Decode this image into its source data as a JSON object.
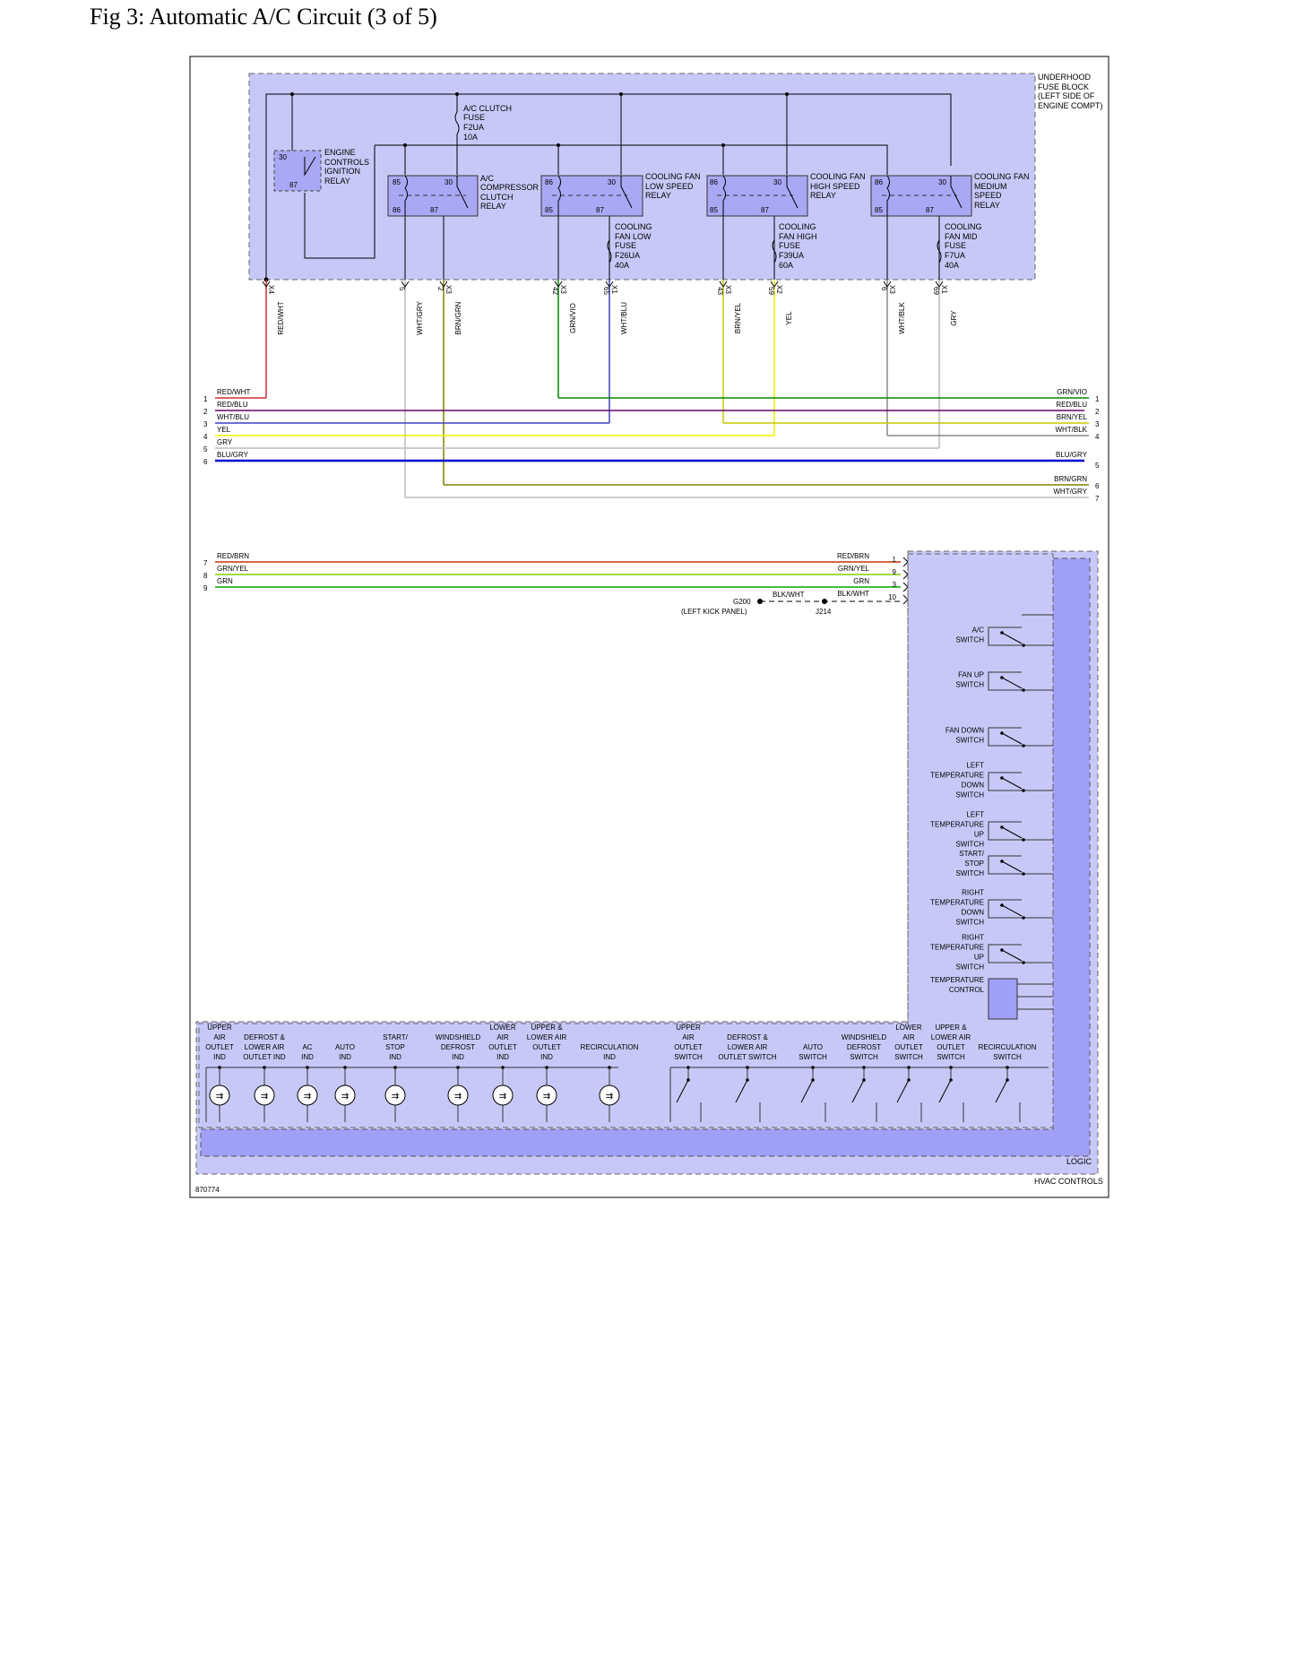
{
  "title": "Fig 3: Automatic A/C Circuit (3 of 5)",
  "figure_id": "870774",
  "fuse_block_label": [
    "UNDERHOOD",
    "FUSE BLOCK",
    "(LEFT SIDE OF",
    "ENGINE COMPT)"
  ],
  "hvac_label": "HVAC CONTROLS",
  "logic_label": "LOGIC",
  "ac_clutch_fuse": [
    "A/C CLUTCH",
    "FUSE",
    "F2UA",
    "10A"
  ],
  "ignition_relay": {
    "name": [
      "ENGINE",
      "CONTROLS",
      "IGNITION",
      "RELAY"
    ],
    "pins": [
      "30",
      "87"
    ]
  },
  "relays": [
    {
      "name": [
        "A/C",
        "COMPRESSOR",
        "CLUTCH",
        "RELAY"
      ],
      "pins": [
        "85",
        "30",
        "86",
        "87"
      ]
    },
    {
      "name": [
        "COOLING FAN",
        "LOW SPEED",
        "RELAY"
      ],
      "pins": [
        "86",
        "30",
        "85",
        "87"
      ],
      "fuse": [
        "COOLING",
        "FAN LOW",
        "FUSE",
        "F26UA",
        "40A"
      ]
    },
    {
      "name": [
        "COOLING FAN",
        "HIGH SPEED",
        "RELAY"
      ],
      "pins": [
        "86",
        "30",
        "85",
        "87"
      ],
      "fuse": [
        "COOLING",
        "FAN HIGH",
        "FUSE",
        "F39UA",
        "60A"
      ]
    },
    {
      "name": [
        "COOLING FAN",
        "MEDIUM",
        "SPEED",
        "RELAY"
      ],
      "pins": [
        "86",
        "30",
        "85",
        "87"
      ],
      "fuse": [
        "COOLING",
        "FAN MID",
        "FUSE",
        "F7UA",
        "40A"
      ]
    }
  ],
  "connectors": [
    {
      "pin": "",
      "conn": "X4",
      "wire": "RED/WHT"
    },
    {
      "pin": "5",
      "conn": "",
      "wire": "WHT/GRY"
    },
    {
      "pin": "2",
      "conn": "X3",
      "wire": "BRN/GRN"
    },
    {
      "pin": "42",
      "conn": "X3",
      "wire": "GRN/VIO"
    },
    {
      "pin": "65",
      "conn": "X1",
      "wire": "WHT/BLU"
    },
    {
      "pin": "43",
      "conn": "X3",
      "wire": "BRN/YEL"
    },
    {
      "pin": "59",
      "conn": "X2",
      "wire": "YEL"
    },
    {
      "pin": "6",
      "conn": "X3",
      "wire": "WHT/BLK"
    },
    {
      "pin": "69",
      "conn": "X1",
      "wire": "GRY"
    }
  ],
  "bus_left": [
    {
      "num": "1",
      "wire": "RED/WHT"
    },
    {
      "num": "2",
      "wire": "RED/BLU"
    },
    {
      "num": "3",
      "wire": "WHT/BLU"
    },
    {
      "num": "4",
      "wire": "YEL"
    },
    {
      "num": "5",
      "wire": "GRY"
    },
    {
      "num": "6",
      "wire": "BLU/GRY"
    }
  ],
  "bus_right": [
    {
      "num": "1",
      "wire": "GRN/VIO"
    },
    {
      "num": "2",
      "wire": "RED/BLU"
    },
    {
      "num": "3",
      "wire": "BRN/YEL"
    },
    {
      "num": "4",
      "wire": "WHT/BLK"
    },
    {
      "num": "5",
      "wire": "BLU/GRY"
    },
    {
      "num": "6",
      "wire": "BRN/GRN"
    },
    {
      "num": "7",
      "wire": "WHT/GRY"
    }
  ],
  "bus2_left": [
    {
      "num": "7",
      "wire": "RED/BRN"
    },
    {
      "num": "8",
      "wire": "GRN/YEL"
    },
    {
      "num": "9",
      "wire": "GRN"
    }
  ],
  "bus2_right": [
    {
      "num": "1",
      "wire": "RED/BRN"
    },
    {
      "num": "9",
      "wire": "GRN/YEL"
    },
    {
      "num": "3",
      "wire": "GRN"
    },
    {
      "num": "10",
      "wire": "BLK/WHT"
    }
  ],
  "ground": {
    "wire": "BLK/WHT",
    "name": "G200",
    "location": "(LEFT KICK PANEL)",
    "splice": "J214"
  },
  "switches_right": [
    {
      "label": [
        "A/C",
        "SWITCH"
      ]
    },
    {
      "label": [
        "FAN UP",
        "SWITCH"
      ]
    },
    {
      "label": [
        "FAN DOWN",
        "SWITCH"
      ]
    },
    {
      "label": [
        "LEFT",
        "TEMPERATURE",
        "DOWN",
        "SWITCH"
      ]
    },
    {
      "label": [
        "LEFT",
        "TEMPERATURE",
        "UP",
        "SWITCH"
      ]
    },
    {
      "label": [
        "START/",
        "STOP",
        "SWITCH"
      ]
    },
    {
      "label": [
        "RIGHT",
        "TEMPERATURE",
        "DOWN",
        "SWITCH"
      ]
    },
    {
      "label": [
        "RIGHT",
        "TEMPERATURE",
        "UP",
        "SWITCH"
      ]
    },
    {
      "label": [
        "TEMPERATURE",
        "CONTROL"
      ]
    }
  ],
  "indicators": [
    {
      "label": [
        "UPPER",
        "AIR",
        "OUTLET",
        "IND"
      ]
    },
    {
      "label": [
        "DEFROST &",
        "LOWER AIR",
        "OUTLET IND"
      ]
    },
    {
      "label": [
        "AC",
        "IND"
      ]
    },
    {
      "label": [
        "AUTO",
        "IND"
      ]
    },
    {
      "label": [
        "START/",
        "STOP",
        "IND"
      ]
    },
    {
      "label": [
        "WINDSHIELD",
        "DEFROST",
        "IND"
      ]
    },
    {
      "label": [
        "LOWER",
        "AIR",
        "OUTLET",
        "IND"
      ]
    },
    {
      "label": [
        "UPPER &",
        "LOWER AIR",
        "OUTLET",
        "IND"
      ]
    },
    {
      "label": [
        "RECIRCULATION",
        "IND"
      ]
    }
  ],
  "bottom_switches": [
    {
      "label": [
        "UPPER",
        "AIR",
        "OUTLET",
        "SWITCH"
      ]
    },
    {
      "label": [
        "DEFROST &",
        "LOWER AIR",
        "OUTLET SWITCH"
      ]
    },
    {
      "label": [
        "AUTO",
        "SWITCH"
      ]
    },
    {
      "label": [
        "WINDSHIELD",
        "DEFROST",
        "SWITCH"
      ]
    },
    {
      "label": [
        "LOWER",
        "AIR",
        "OUTLET",
        "SWITCH"
      ]
    },
    {
      "label": [
        "UPPER &",
        "LOWER AIR",
        "OUTLET",
        "SWITCH"
      ]
    },
    {
      "label": [
        "RECIRCULATION",
        "SWITCH"
      ]
    }
  ],
  "colors": {
    "module_fill": "#c8c8f8",
    "module_dark": "#a0a0f8",
    "relay_fill": "#a8a8f4",
    "red_wht": "#cc3333",
    "red_blu": "#660066",
    "wht_blu": "#4040c0",
    "yel": "#f0f000",
    "gry": "#bbbbbb",
    "blu_gry": "#0000cc",
    "grn_vio": "#008800",
    "brn_yel": "#c8c800",
    "wht_blk": "#888888",
    "brn_grn": "#808000",
    "wht_gry": "#bbbbbb",
    "red_brn": "#cc3300",
    "grn_yel": "#88cc00",
    "grn": "#00aa00"
  }
}
